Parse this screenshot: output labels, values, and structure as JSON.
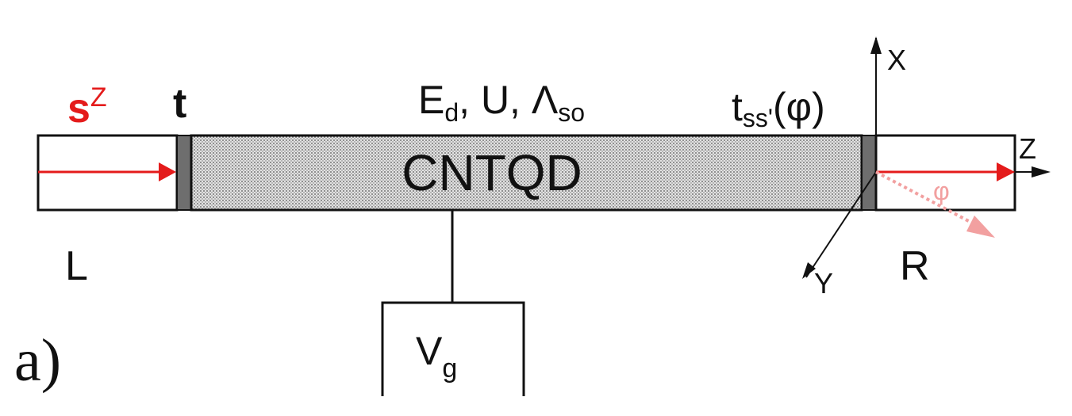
{
  "colors": {
    "spin_arrow": "#e41b1b",
    "rotated_arrow": "#f2a0a0",
    "contact": "#6e6e6e",
    "line": "#111111"
  },
  "labels": {
    "spin": "s",
    "spin_sup": "Z",
    "left_coupling": "t",
    "dot_params_Ed": "E",
    "dot_params_Ed_sub": "d",
    "dot_params_rest": ", U, Λ",
    "dot_params_so_sub": "so",
    "right_coupling": "t",
    "right_coupling_sub": "ss'",
    "right_coupling_arg": "(φ)",
    "dot": "CNTQD",
    "left_lead": "L",
    "right_lead": "R",
    "gate": "V",
    "gate_sub": "g",
    "panel": "a)",
    "axis_x": "X",
    "axis_z": "Z",
    "axis_y": "Y",
    "angle": "φ"
  }
}
